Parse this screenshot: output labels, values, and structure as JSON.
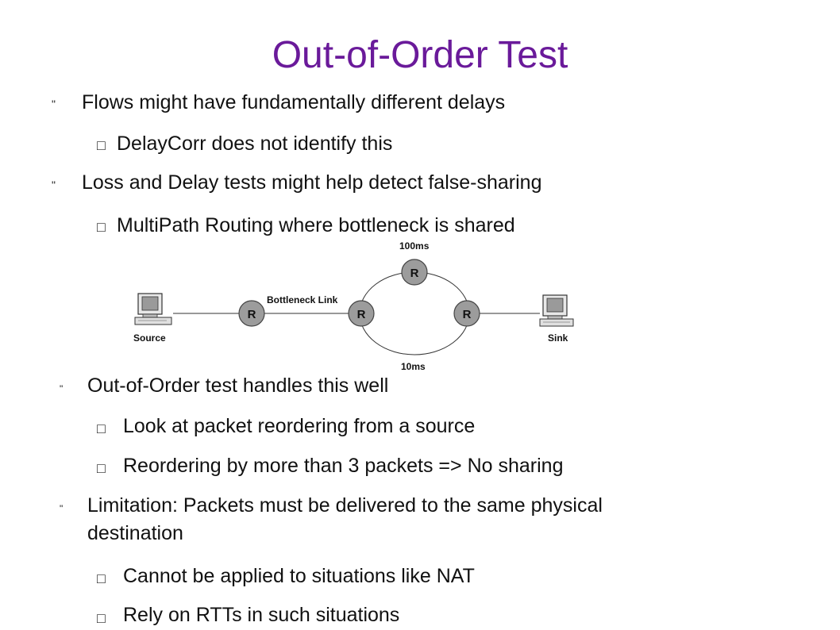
{
  "slide": {
    "title": "Out-of-Order Test",
    "title_color": "#6a1a9a",
    "bullets": [
      {
        "level": 1,
        "text": "Flows might have fundamentally different delays"
      },
      {
        "level": 2,
        "text": "DelayCorr does not identify this"
      },
      {
        "level": 1,
        "text": "Loss and Delay tests might help detect false-sharing"
      },
      {
        "level": 2,
        "text": "MultiPath Routing where bottleneck is shared"
      },
      {
        "level": 1,
        "text": "Out-of-Order test handles this well"
      },
      {
        "level": 2,
        "text": "Look at packet reordering from a source"
      },
      {
        "level": 2,
        "text": "Reordering by more than 3 packets => No sharing"
      },
      {
        "level": 1,
        "text": "Limitation: Packets must be delivered to the same physical"
      },
      {
        "level": 1,
        "text": "destination"
      },
      {
        "level": 2,
        "text": "Cannot be applied to situations like NAT"
      },
      {
        "level": 2,
        "text": "Rely on RTTs in such situations"
      }
    ],
    "bullet_glyphs": {
      "level1": "\"",
      "level2": "□"
    }
  },
  "diagram": {
    "labels": {
      "source": "Source",
      "sink": "Sink",
      "bottleneck": "Bottleneck Link",
      "top_delay": "100ms",
      "bottom_delay": "10ms"
    },
    "routers": [
      {
        "name": "router-1",
        "label": "R"
      },
      {
        "name": "router-2",
        "label": "R"
      },
      {
        "name": "router-top",
        "label": "R"
      },
      {
        "name": "router-right",
        "label": "R"
      }
    ]
  }
}
